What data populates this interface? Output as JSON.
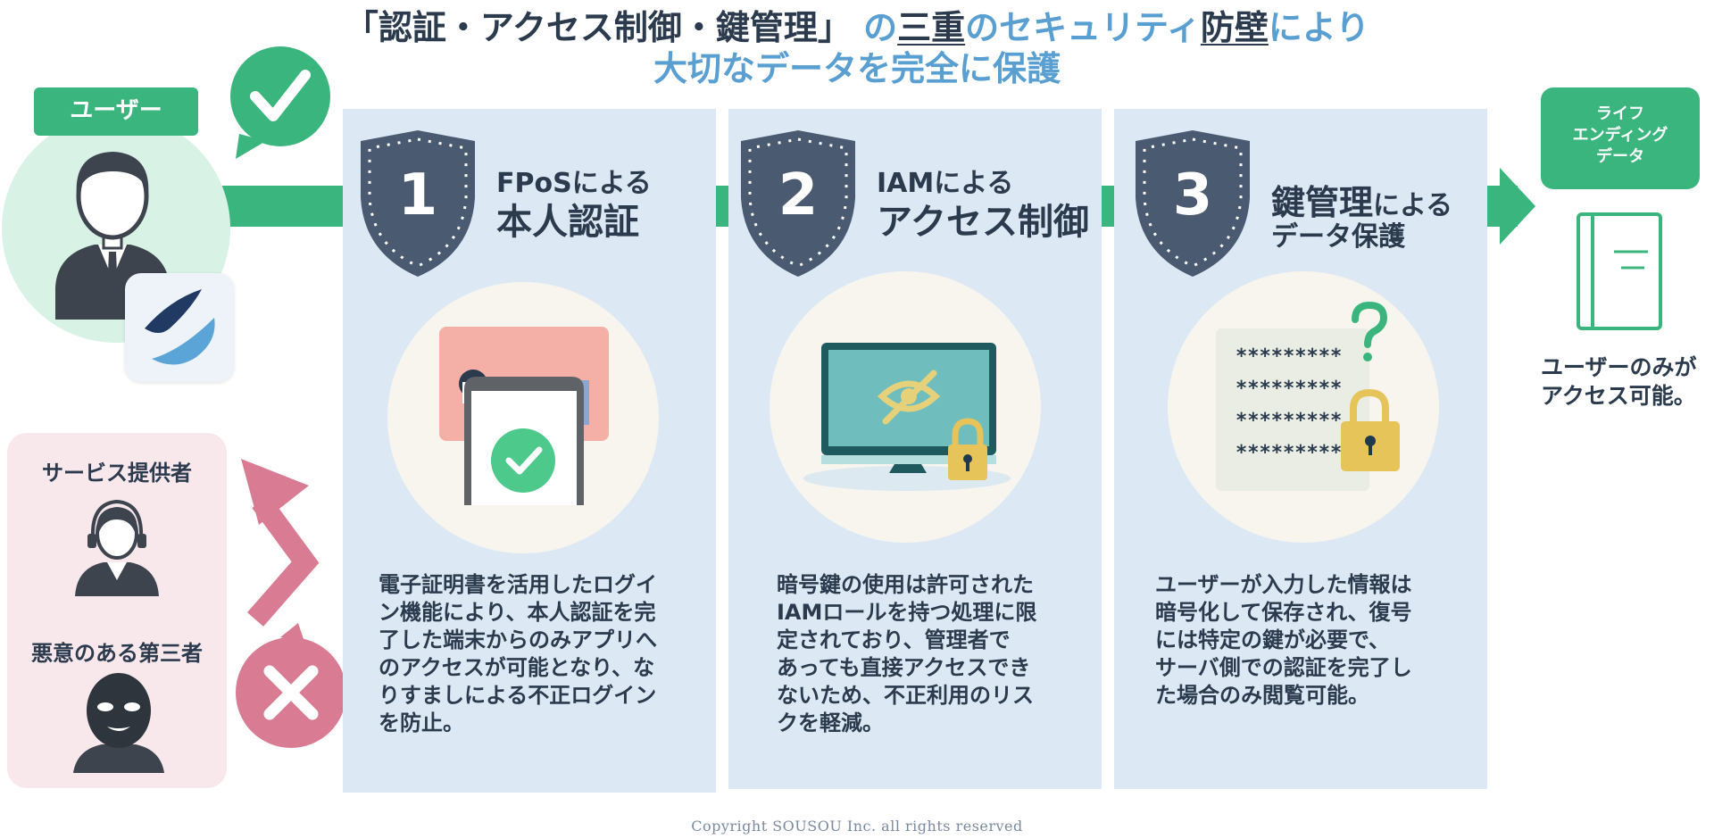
{
  "title": {
    "line1_a": "「認証・アクセス制御・鍵管理」",
    "line1_b": " の",
    "line1_c": "三重",
    "line1_d": "のセキュリティ",
    "line1_e": "防壁",
    "line1_f": "により",
    "line2": "大切なデータを完全に保護"
  },
  "user": {
    "label": "ユーザー"
  },
  "others": {
    "provider": "サービス提供者",
    "malicious": "悪意のある第三者"
  },
  "steps": [
    {
      "number": "1",
      "title_small": "FPoSによる",
      "title_big": "本人認証",
      "desc": [
        "電子証明書を活用したログイ",
        "ン機能により、本人認証を完",
        "了した端末からのみアプリへ",
        "のアクセスが可能となり、な",
        "りすましによる不正ログイン",
        "を防止。"
      ]
    },
    {
      "number": "2",
      "title_small": "IAMによる",
      "title_big": "アクセス制御",
      "desc": [
        "暗号鍵の使用は許可された",
        "IAMロールを持つ処理に限",
        "定されており、管理者で",
        "あっても直接アクセスでき",
        "ないため、不正利用のリス",
        "クを軽減。"
      ]
    },
    {
      "number": "3",
      "title_big_a": "鍵管理",
      "title_small_a": "による",
      "title_big_b": "データ保護",
      "password_mask": "*********",
      "desc": [
        "ユーザーが入力した情報は",
        "暗号化して保存され、復号",
        "には特定の鍵が必要で、",
        "サーバ側での認証を完了し",
        "た場合のみ閲覧可能。"
      ]
    }
  ],
  "data": {
    "tag": [
      "ライフ",
      "エンディング",
      "データ"
    ],
    "access": [
      "ユーザーのみが",
      "アクセス可能。"
    ]
  },
  "copyright": "Copyright SOUSOU Inc. all rights reserved",
  "colors": {
    "green": "#3bb57e",
    "navy": "#4a5a70",
    "panel": "#dce9f5",
    "pink": "#d97c93",
    "blue": "#5a9fd1"
  }
}
